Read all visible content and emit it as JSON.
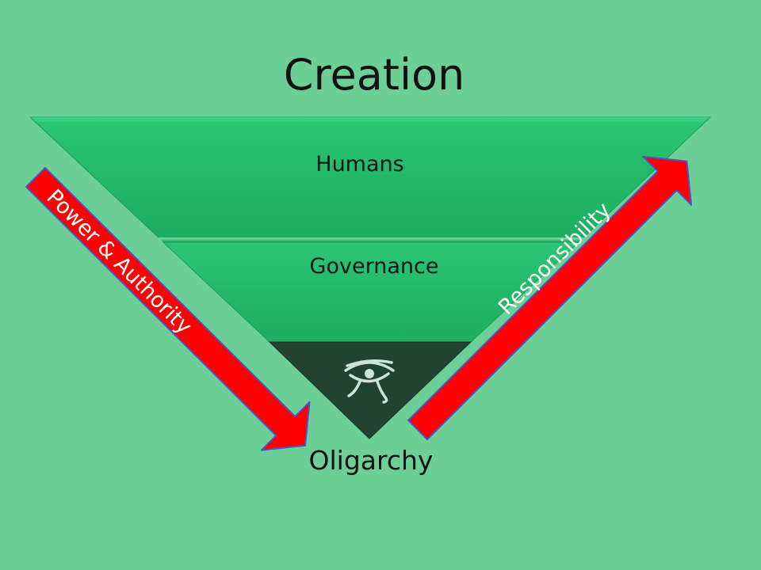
{
  "slide": {
    "title": "Creation",
    "background_color": "#6ccf96"
  },
  "pyramid": {
    "layers": [
      {
        "label": "Humans",
        "color": "#22b86a"
      },
      {
        "label": "Governance",
        "color": "#22b86a"
      },
      {
        "label": "",
        "color": "#224232",
        "icon": "eye-of-horus-icon"
      }
    ],
    "bottom_label": "Oligarchy"
  },
  "arrows": {
    "left": {
      "label": "Power & Authority",
      "direction": "down-right",
      "color": "#ff0000",
      "outline": "#4a56c8"
    },
    "right": {
      "label": "Responsibility",
      "direction": "up-right",
      "color": "#ff0000",
      "outline": "#4a56c8"
    }
  }
}
